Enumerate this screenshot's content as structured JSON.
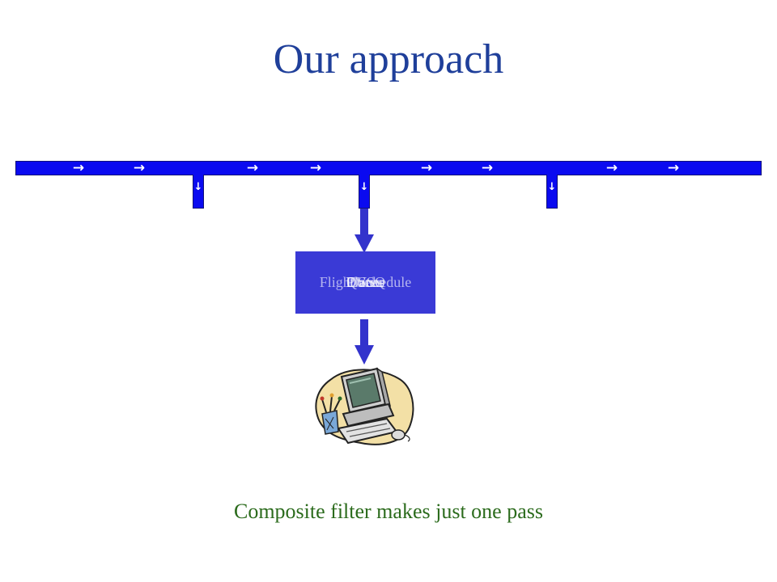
{
  "slide": {
    "title": "Our approach",
    "caption": "Composite filter makes just one pass"
  },
  "pipeline": {
    "bus_arrow_glyph": "→",
    "tap_arrow_glyph": "↓",
    "filter_labels": [
      "Flight Schedule",
      "Planes",
      "DVSQ",
      "Dates",
      "Queue"
    ]
  },
  "colors": {
    "title": "#1f3f9a",
    "bus": "#0a0af0",
    "filter_box": "#3a3ad6",
    "flow_arrow": "#3333cc",
    "caption": "#2b6b1c"
  },
  "icons": {
    "computer": "computer-icon"
  }
}
